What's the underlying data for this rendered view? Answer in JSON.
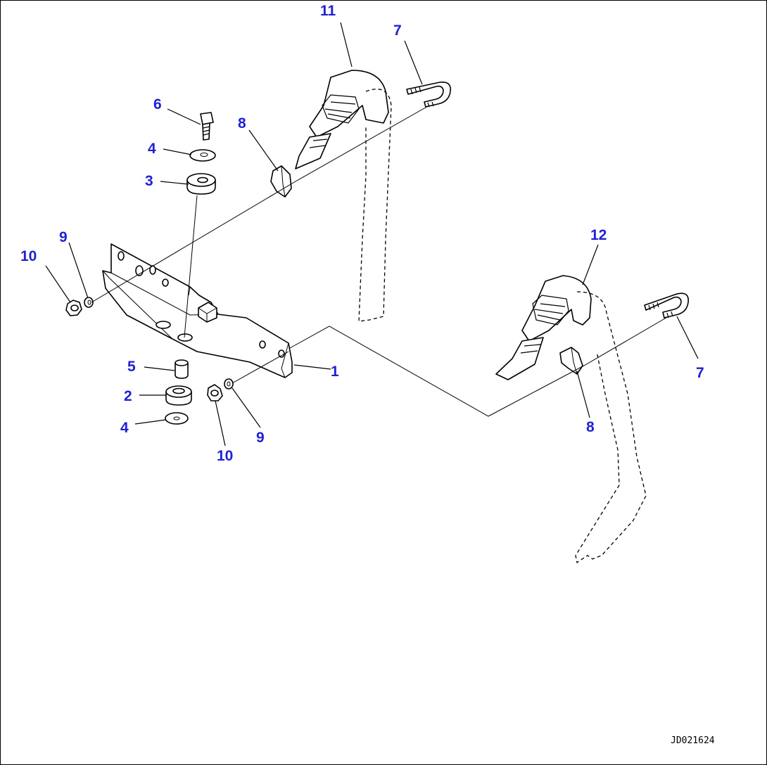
{
  "diagram": {
    "drawing_id": "JD021624",
    "colors": {
      "callout": "#1f1fd6",
      "line": "#000000",
      "background": "#ffffff"
    },
    "callouts": [
      {
        "id": "c1",
        "label": "1"
      },
      {
        "id": "c2",
        "label": "2"
      },
      {
        "id": "c3",
        "label": "3"
      },
      {
        "id": "c4a",
        "label": "4"
      },
      {
        "id": "c4b",
        "label": "4"
      },
      {
        "id": "c5",
        "label": "5"
      },
      {
        "id": "c6",
        "label": "6"
      },
      {
        "id": "c7a",
        "label": "7"
      },
      {
        "id": "c7b",
        "label": "7"
      },
      {
        "id": "c8a",
        "label": "8"
      },
      {
        "id": "c8b",
        "label": "8"
      },
      {
        "id": "c9a",
        "label": "9"
      },
      {
        "id": "c9b",
        "label": "9"
      },
      {
        "id": "c10a",
        "label": "10"
      },
      {
        "id": "c10b",
        "label": "10"
      },
      {
        "id": "c11",
        "label": "11"
      },
      {
        "id": "c12",
        "label": "12"
      }
    ]
  }
}
